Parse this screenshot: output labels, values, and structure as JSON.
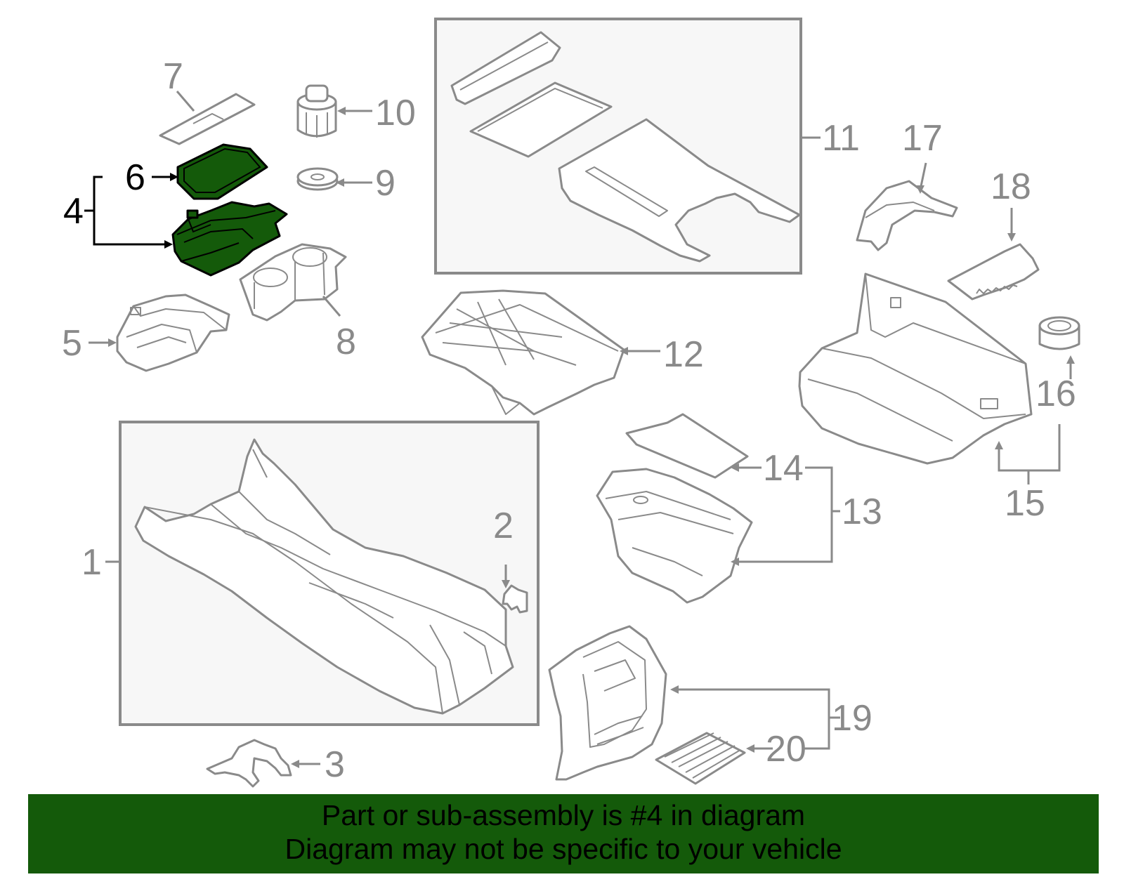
{
  "callouts": {
    "c1": "1",
    "c2": "2",
    "c3": "3",
    "c4": "4",
    "c5": "5",
    "c6": "6",
    "c7": "7",
    "c8": "8",
    "c9": "9",
    "c10": "10",
    "c11": "11",
    "c12": "12",
    "c13": "13",
    "c14": "14",
    "c15": "15",
    "c16": "16",
    "c17": "17",
    "c18": "18",
    "c19": "19",
    "c20": "20"
  },
  "highlighted_part": "4",
  "colors": {
    "highlight_fill": "#145a0a",
    "line_gray": "#8a8a8a",
    "banner_background": "#145a0a"
  },
  "banner": {
    "line1": "Part or sub-assembly is #4 in diagram",
    "line2": "Diagram may not be specific to your vehicle"
  }
}
